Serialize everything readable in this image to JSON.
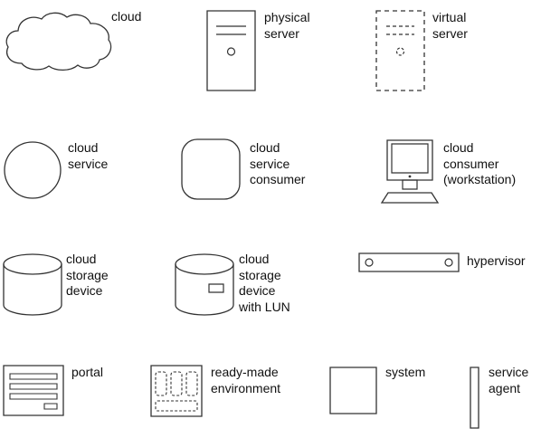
{
  "legend": {
    "stroke_color": "#333333",
    "items": [
      {
        "id": "cloud",
        "label": "cloud",
        "icon": "cloud-icon"
      },
      {
        "id": "physical-server",
        "label": "physical\nserver",
        "icon": "physical-server-icon"
      },
      {
        "id": "virtual-server",
        "label": "virtual\nserver",
        "icon": "virtual-server-icon"
      },
      {
        "id": "cloud-service",
        "label": "cloud\nservice",
        "icon": "cloud-service-icon"
      },
      {
        "id": "cloud-service-consumer",
        "label": "cloud\nservice\nconsumer",
        "icon": "cloud-service-consumer-icon"
      },
      {
        "id": "cloud-consumer-workstation",
        "label": "cloud\nconsumer\n(workstation)",
        "icon": "workstation-icon"
      },
      {
        "id": "cloud-storage-device",
        "label": "cloud\nstorage\ndevice",
        "icon": "storage-device-icon"
      },
      {
        "id": "cloud-storage-device-with-lun",
        "label": "cloud\nstorage\ndevice\nwith LUN",
        "icon": "storage-device-lun-icon"
      },
      {
        "id": "hypervisor",
        "label": "hypervisor",
        "icon": "hypervisor-icon"
      },
      {
        "id": "portal",
        "label": "portal",
        "icon": "portal-icon"
      },
      {
        "id": "ready-made-environment",
        "label": "ready-made\nenvironment",
        "icon": "ready-made-environment-icon"
      },
      {
        "id": "system",
        "label": "system",
        "icon": "system-icon"
      },
      {
        "id": "service-agent",
        "label": "service\nagent",
        "icon": "service-agent-icon"
      }
    ]
  }
}
